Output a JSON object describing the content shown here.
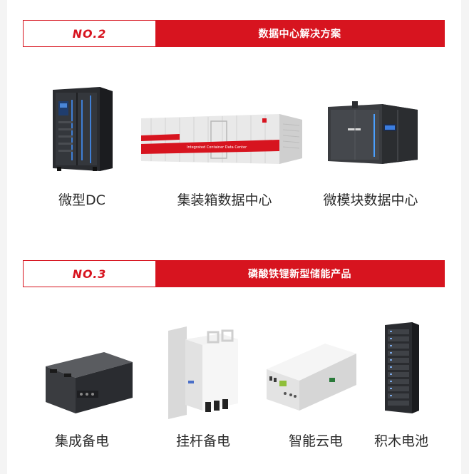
{
  "sections": [
    {
      "number": "NO.2",
      "title": "数据中心解决方案",
      "products": [
        {
          "label": "微型DC",
          "icon": "micro-dc-cabinet-image"
        },
        {
          "label": "集装箱数据中心",
          "icon": "container-data-center-image",
          "container_text": "Integrated Container Data Center"
        },
        {
          "label": "微模块数据中心",
          "icon": "micro-module-data-center-image"
        }
      ]
    },
    {
      "number": "NO.3",
      "title": "磷酸铁锂新型储能产品",
      "products": [
        {
          "label": "集成备电",
          "icon": "integrated-backup-battery-image"
        },
        {
          "label": "挂杆备电",
          "icon": "pole-mounted-backup-battery-image"
        },
        {
          "label": "智能云电",
          "icon": "smart-cloud-battery-image"
        },
        {
          "label": "积木电池",
          "icon": "modular-battery-rack-image"
        }
      ]
    }
  ],
  "colors": {
    "accent": "#d7141f",
    "text": "#2b2b2b",
    "background": "#ffffff"
  }
}
